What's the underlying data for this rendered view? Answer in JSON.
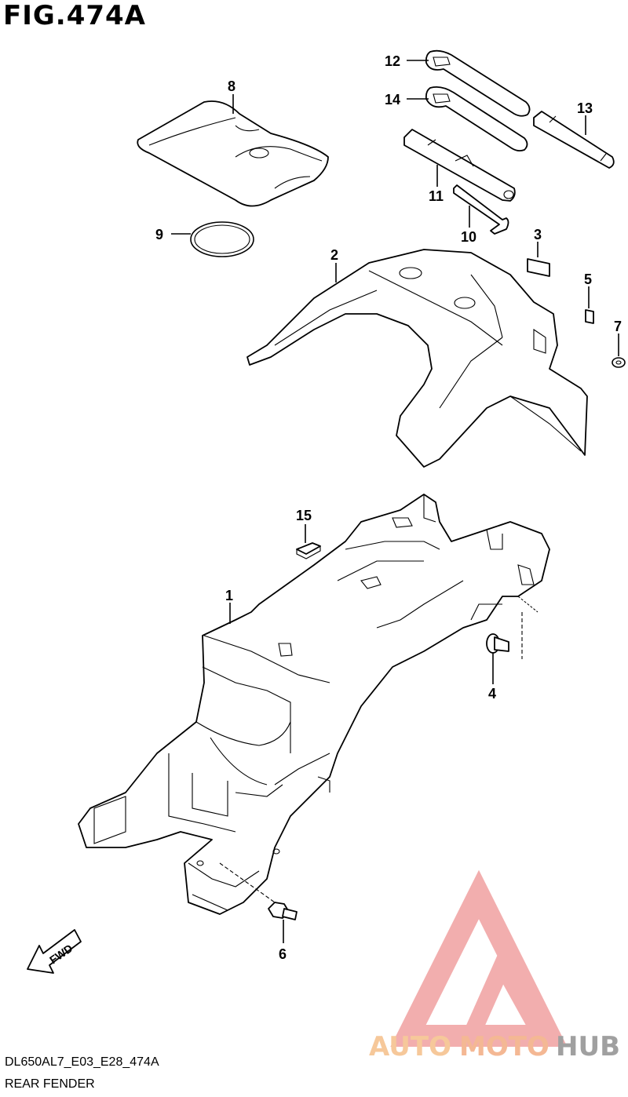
{
  "figure": {
    "title": "FIG.474A"
  },
  "footer": {
    "code": "DL650AL7_E03_E28_474A",
    "name": "REAR FENDER"
  },
  "fwd_label": "FWD",
  "callouts": [
    "1",
    "2",
    "3",
    "4",
    "5",
    "6",
    "7",
    "8",
    "9",
    "10",
    "11",
    "12",
    "13",
    "14",
    "15"
  ],
  "watermark": {
    "part1": "AUTO",
    "part2": "MOTO",
    "part3": "HUB",
    "colors": {
      "logo": "#f0a0a0",
      "auto": "#f6c89a",
      "moto": "#f4b894",
      "hub": "#a0a0a0"
    }
  }
}
